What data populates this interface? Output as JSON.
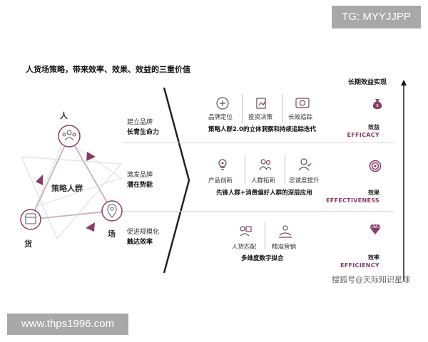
{
  "watermarks": {
    "tg": "TG: MYYJJPP",
    "site": "www.thps1996.com",
    "sohu": "搜狐号@天际知识星球"
  },
  "title": "人货场策略，带来效率、效果、效益的三重价值",
  "triangle": {
    "top": "人",
    "left": "货",
    "right": "场",
    "center": "策略人群"
  },
  "axis_label": "长期效益实现",
  "rows": [
    {
      "label_line1": "建立品牌",
      "label_line2": "长青生命力",
      "features": [
        "品牌定位",
        "投资决策",
        "长效追踪"
      ],
      "summary": "策略人群2.0的立体洞察和持续追踪迭代",
      "value_zh": "效益",
      "value_en": "EFFICACY"
    },
    {
      "label_line1": "激发品牌",
      "label_line2": "潜在势能",
      "features": [
        "产品创新",
        "人群拓新",
        "忠诚度提升"
      ],
      "summary": "先锋人群+消费偏好人群的深层应用",
      "value_zh": "效果",
      "value_en": "EFFECTIVENESS"
    },
    {
      "label_line1": "促进规模化",
      "label_line2": "触达效率",
      "features": [
        "人货匹配",
        "精准营销"
      ],
      "summary": "多维度数字拟合",
      "value_zh": "效率",
      "value_en": "EFFICIENCY"
    }
  ],
  "colors": {
    "accent": "#8b3a63",
    "line": "#c9b7c3",
    "text": "#222222",
    "divider": "#d8d8d8"
  },
  "icons": {
    "values": [
      "money-bag-icon",
      "target-icon",
      "diamond-icon"
    ]
  }
}
